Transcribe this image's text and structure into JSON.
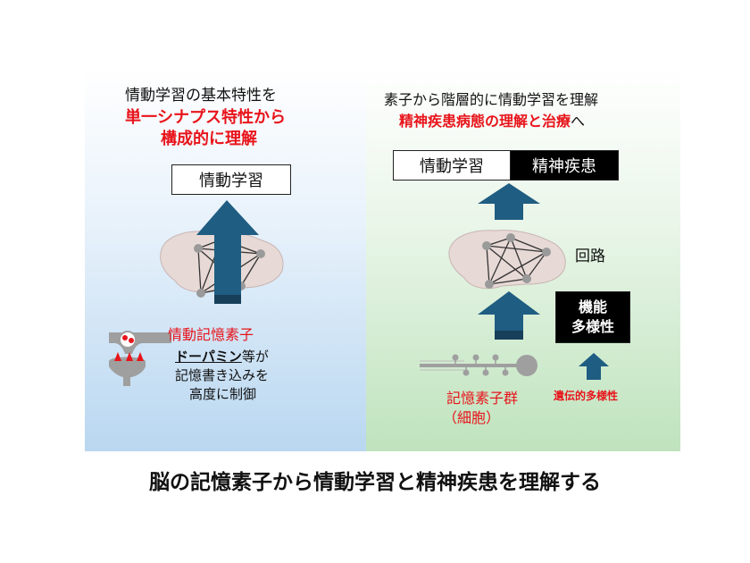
{
  "left": {
    "heading_line1": "情動学習の基本特性を",
    "heading_line2": "単一シナプス特性から",
    "heading_line3": "構成的に理解",
    "top_box": "情動学習",
    "element_label": "情動記憶素子",
    "dopamine_main": "ドーパミン",
    "dopamine_suffix": "等が",
    "desc_line2": "記憶書き込みを",
    "desc_line3": "高度に制御"
  },
  "right": {
    "heading_line1": "素子から階層的に情動学習を理解",
    "heading_line2_red": "精神疾患病態の理解と治療",
    "heading_line2_tail": "へ",
    "box_white": "情動学習",
    "box_black": "精神疾患",
    "circuit_label": "回路",
    "func_line1": "機能",
    "func_line2": "多様性",
    "genetic_label": "遺伝的多様性",
    "group_label": "記憶素子群",
    "cell_label": "（細胞）"
  },
  "caption": "脳の記憶素子から情動学習と精神疾患を理解する",
  "colors": {
    "accent_red": "#e8141b",
    "arrow_blue": "#1f5d82",
    "arrow_dark": "#173f5a"
  }
}
